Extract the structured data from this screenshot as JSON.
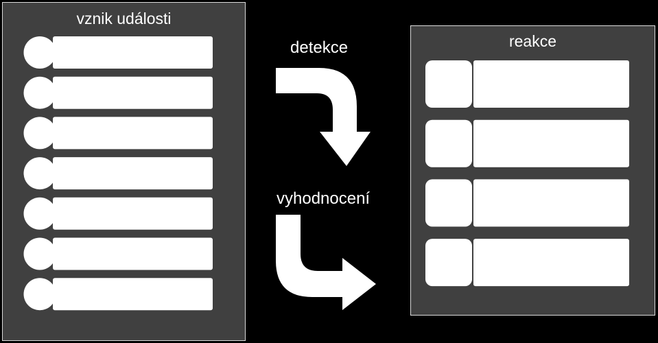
{
  "left_panel": {
    "title": "vznik události",
    "items": 7
  },
  "right_panel": {
    "title": "reakce",
    "items": 4
  },
  "arrows": [
    {
      "label": "detekce"
    },
    {
      "label": "vyhodnocení"
    }
  ],
  "colors": {
    "background": "#000000",
    "panel": "#404040",
    "panel_border": "#dcdcdc",
    "item": "#ffffff",
    "text": "#ffffff"
  }
}
